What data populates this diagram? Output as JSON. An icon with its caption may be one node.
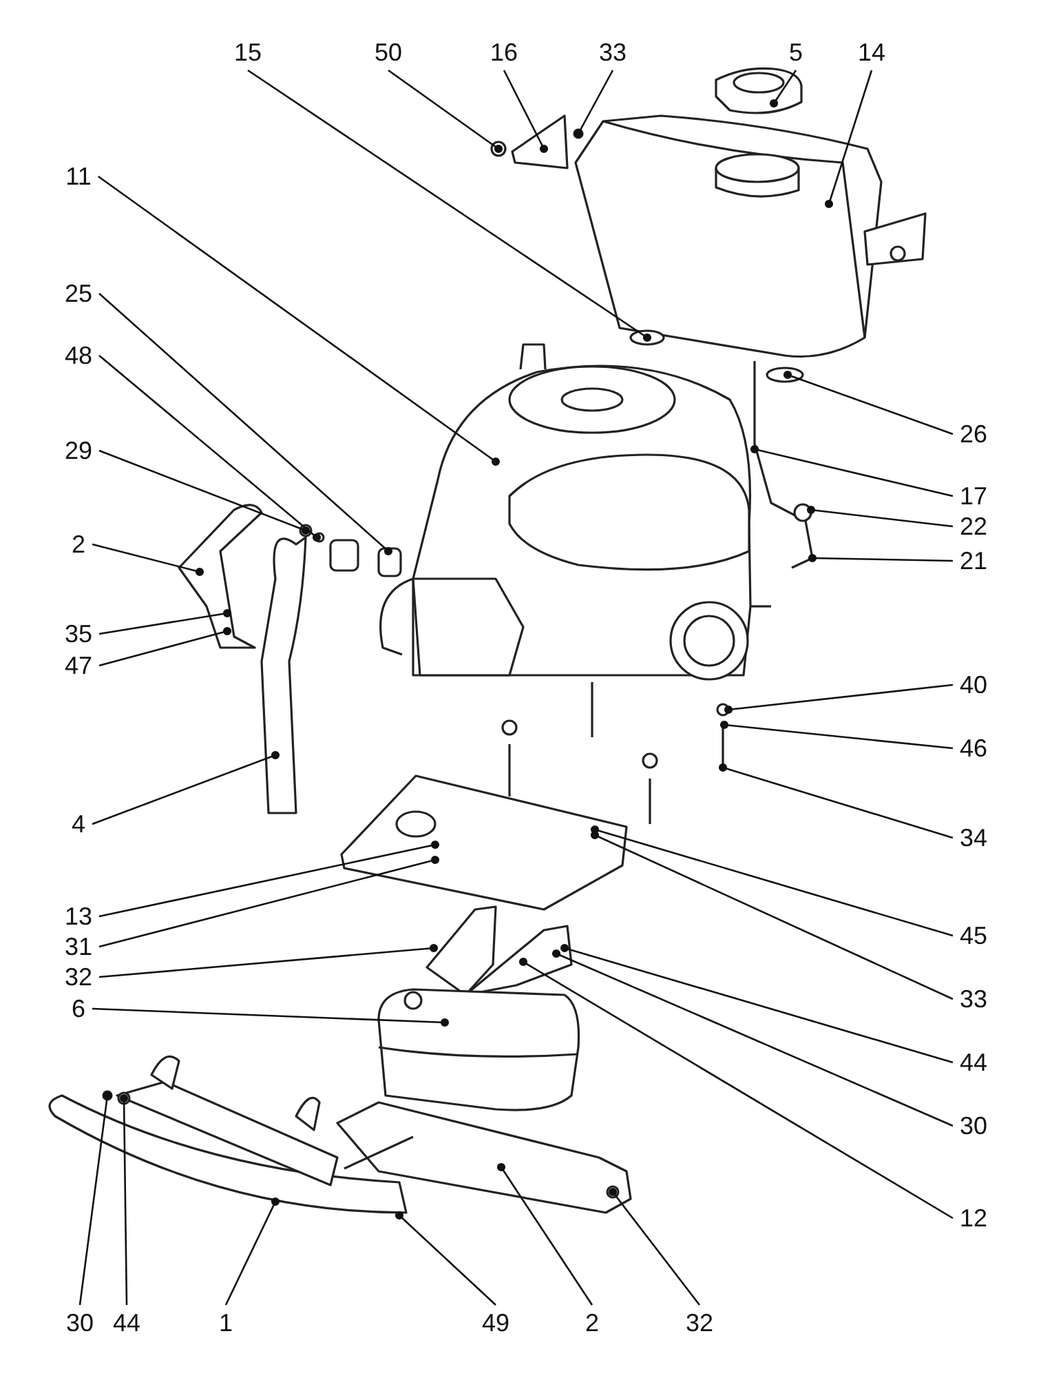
{
  "diagram": {
    "nodes": [
      {
        "text": [
          "15"
        ]
      },
      {
        "text": [
          "50"
        ]
      },
      {
        "text": [
          "16"
        ]
      },
      {
        "text": [
          "33"
        ]
      },
      {
        "text": [
          "5"
        ]
      },
      {
        "text": [
          "14"
        ]
      },
      {
        "text": [
          "11"
        ]
      },
      {
        "text": [
          "25"
        ]
      },
      {
        "text": [
          "48"
        ]
      },
      {
        "text": [
          "29"
        ]
      },
      {
        "text": [
          "2"
        ]
      },
      {
        "text": [
          "35"
        ]
      },
      {
        "text": [
          "47"
        ]
      },
      {
        "text": [
          "4"
        ]
      },
      {
        "text": [
          "13"
        ]
      },
      {
        "text": [
          "31"
        ]
      },
      {
        "text": [
          "32"
        ]
      },
      {
        "text": [
          "6"
        ]
      },
      {
        "text": [
          "26"
        ]
      },
      {
        "text": [
          "17"
        ]
      },
      {
        "text": [
          "22"
        ]
      },
      {
        "text": [
          "21"
        ]
      },
      {
        "text": [
          "40"
        ]
      },
      {
        "text": [
          "46"
        ]
      },
      {
        "text": [
          "34"
        ]
      },
      {
        "text": [
          "45"
        ]
      },
      {
        "text": [
          "33"
        ]
      },
      {
        "text": [
          "44"
        ]
      },
      {
        "text": [
          "30"
        ]
      },
      {
        "text": [
          "12"
        ]
      },
      {
        "text": [
          "30"
        ]
      },
      {
        "text": [
          "44"
        ]
      },
      {
        "text": [
          "1"
        ]
      },
      {
        "text": [
          "49"
        ]
      },
      {
        "text": [
          "2"
        ]
      },
      {
        "text": [
          "32"
        ]
      }
    ],
    "edges": [
      {
        "from": 0,
        "to": null,
        "arrow": "other"
      },
      {
        "from": 1,
        "to": null,
        "arrow": "other"
      },
      {
        "from": 2,
        "to": null,
        "arrow": "other"
      },
      {
        "from": 3,
        "to": null,
        "arrow": "other"
      },
      {
        "from": 4,
        "to": null,
        "arrow": "other"
      },
      {
        "from": 5,
        "to": null,
        "arrow": "other"
      },
      {
        "from": 6,
        "to": null,
        "arrow": "other"
      },
      {
        "from": 7,
        "to": null,
        "arrow": "other"
      },
      {
        "from": 8,
        "to": null,
        "arrow": "other"
      },
      {
        "from": 9,
        "to": null,
        "arrow": "other"
      },
      {
        "from": 10,
        "to": null,
        "arrow": "other"
      },
      {
        "from": 11,
        "to": null,
        "arrow": "other"
      },
      {
        "from": 12,
        "to": null,
        "arrow": "other"
      },
      {
        "from": 13,
        "to": null,
        "arrow": "other"
      },
      {
        "from": 14,
        "to": null,
        "arrow": "other"
      },
      {
        "from": 15,
        "to": null,
        "arrow": "other"
      },
      {
        "from": 16,
        "to": null,
        "arrow": "other"
      },
      {
        "from": 17,
        "to": null,
        "arrow": "other"
      },
      {
        "from": 18,
        "to": null,
        "arrow": "other"
      },
      {
        "from": 19,
        "to": null,
        "arrow": "other"
      },
      {
        "from": 20,
        "to": null,
        "arrow": "other"
      },
      {
        "from": 21,
        "to": null,
        "arrow": "other"
      },
      {
        "from": 22,
        "to": null,
        "arrow": "other"
      },
      {
        "from": 23,
        "to": null,
        "arrow": "other"
      },
      {
        "from": 24,
        "to": null,
        "arrow": "other"
      },
      {
        "from": 25,
        "to": null,
        "arrow": "other"
      },
      {
        "from": 26,
        "to": null,
        "arrow": "other"
      },
      {
        "from": 27,
        "to": null,
        "arrow": "other"
      },
      {
        "from": 28,
        "to": null,
        "arrow": "other"
      },
      {
        "from": 29,
        "to": null,
        "arrow": "other"
      },
      {
        "from": 30,
        "to": null,
        "arrow": "other"
      },
      {
        "from": 31,
        "to": null,
        "arrow": "other"
      },
      {
        "from": 32,
        "to": null,
        "arrow": "other"
      },
      {
        "from": 33,
        "to": null,
        "arrow": "other"
      },
      {
        "from": 34,
        "to": null,
        "arrow": "other"
      },
      {
        "from": 35,
        "to": null,
        "arrow": "other"
      }
    ]
  }
}
